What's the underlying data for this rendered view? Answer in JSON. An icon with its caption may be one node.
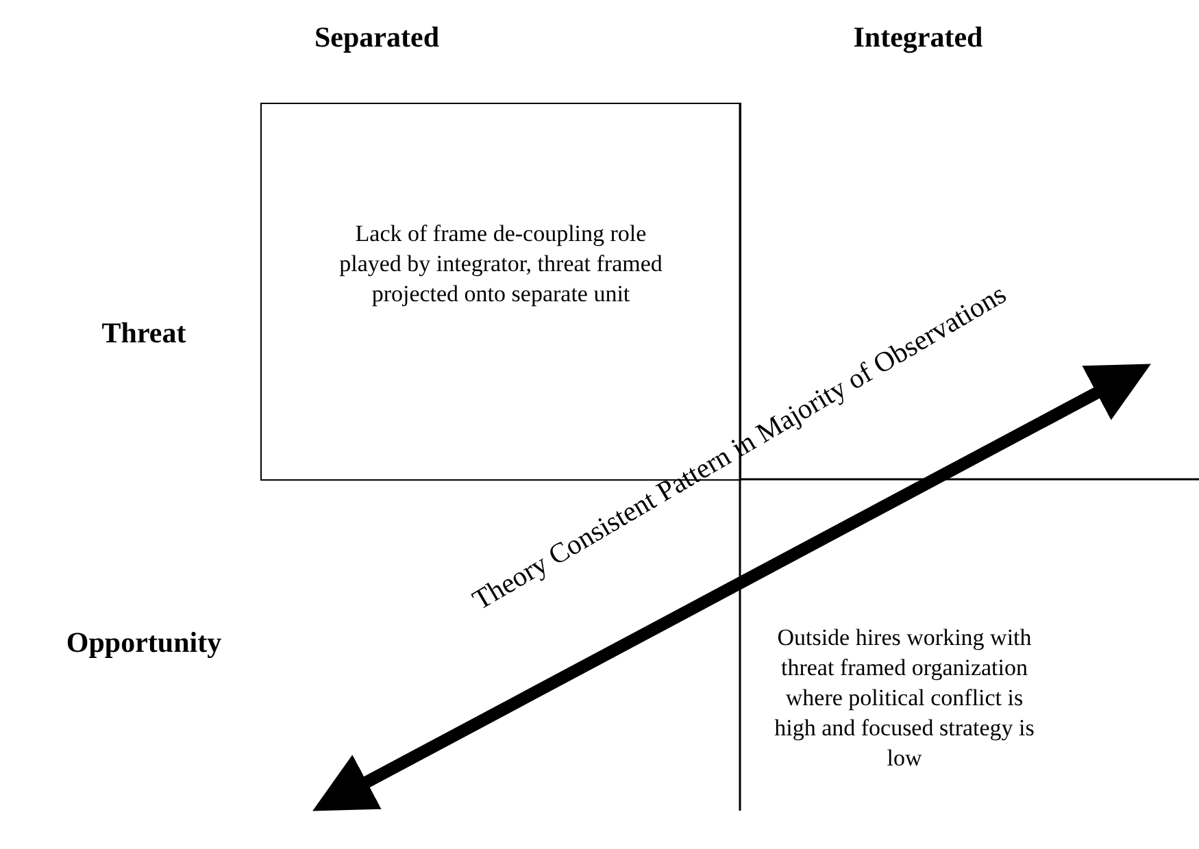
{
  "diagram": {
    "nodes": [
      {
        "text": [
          "Lack of frame de-coupling role played by integrator, threat framed projected onto separate unit"
        ]
      }
    ],
    "labels": [
      "Separated",
      "Integrated",
      "Threat",
      "Theory Consistent Pattern in Majority of Observations",
      "Opportunity",
      "Outside hires working with threat framed organization where political conflict is high and focused strategy is low"
    ]
  }
}
